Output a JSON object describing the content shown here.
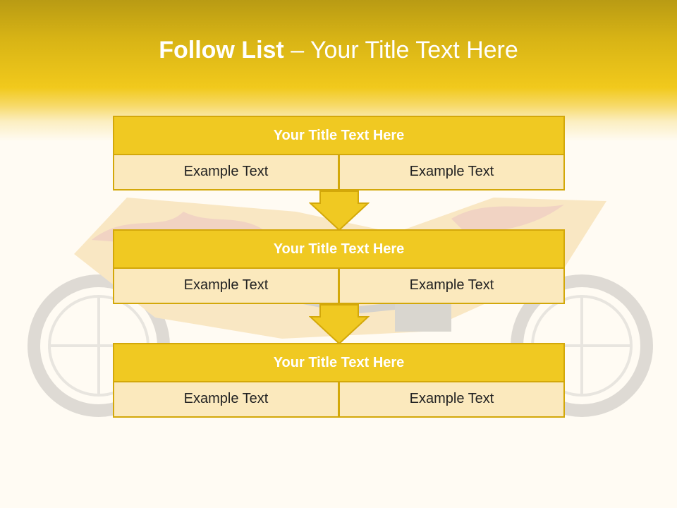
{
  "slide": {
    "title_bold": "Follow List",
    "title_rest": " – Your Title Text Here"
  },
  "colors": {
    "accent": "#f0c922",
    "accent_border": "#d3a80a",
    "cell_fill": "#fbe9bd",
    "header_dark": "#b99b14"
  },
  "background_image": "motorcycle-with-flames",
  "blocks": [
    {
      "title": "Your Title Text Here",
      "left": "Example Text",
      "right": "Example Text"
    },
    {
      "title": "Your Title Text Here",
      "left": "Example Text",
      "right": "Example Text"
    },
    {
      "title": "Your Title Text Here",
      "left": "Example Text",
      "right": "Example Text"
    }
  ],
  "connectors": [
    "down-arrow-icon",
    "down-arrow-icon"
  ]
}
